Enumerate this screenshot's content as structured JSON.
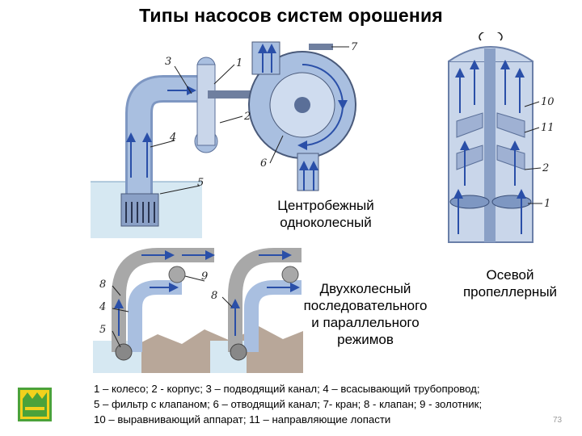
{
  "title": "Типы насосов систем орошения",
  "captions": {
    "centrifugal": [
      "Центробежный",
      "одноколесный"
    ],
    "axial": [
      "Осевой",
      "пропеллерный"
    ],
    "two_wheel": [
      "Двухколесный",
      "последовательного",
      "и параллельного",
      "режимов"
    ]
  },
  "callouts": {
    "centrifugal": [
      "1",
      "2",
      "3",
      "4",
      "5",
      "6",
      "7"
    ],
    "axial": [
      "10",
      "11",
      "2",
      "1"
    ],
    "two_wheel": [
      "8",
      "4",
      "5",
      "9",
      "8"
    ]
  },
  "legend": [
    "1 – колесо; 2 - корпус; 3 – подводящий канал; 4 – всасывающий трубопровод;",
    "5 – фильтр с клапаном; 6 – отводящий канал; 7- кран; 8 - клапан; 9 -  золотник;",
    "10 – выравнивающий аппарат; 11 – направляющие лопасти"
  ],
  "page_number": "73",
  "colors": {
    "pipe": "#a9bfe0",
    "pipe_dark": "#7e97c2",
    "water": "#d6e8f2",
    "arrow": "#2a4fa8",
    "gray_pipe": "#a8a8a8",
    "ground": "#b8a799",
    "logo_green": "#4ba23a",
    "logo_yellow": "#f2d11c"
  }
}
